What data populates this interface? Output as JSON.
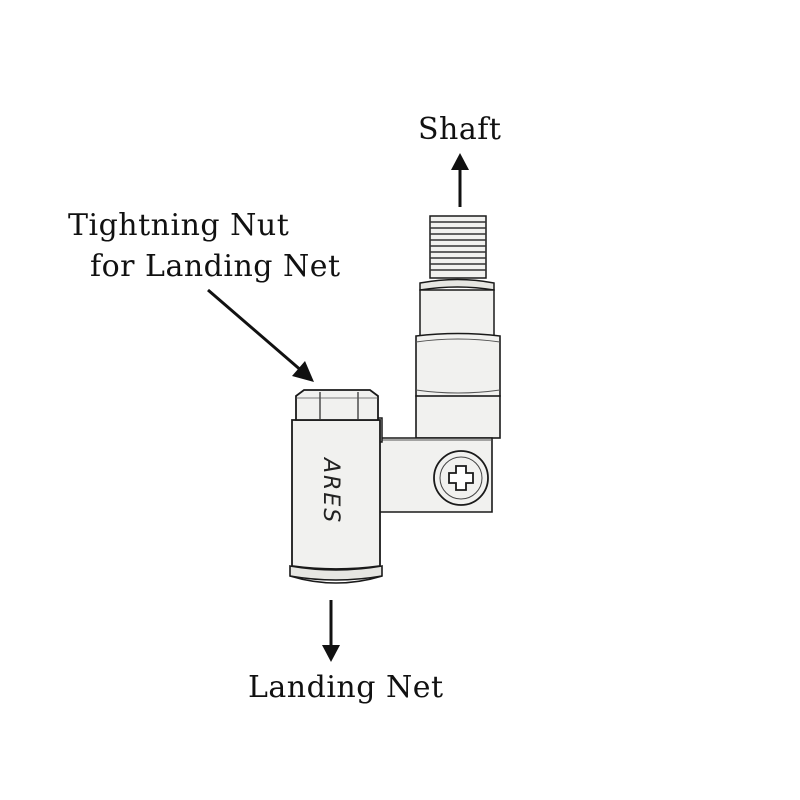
{
  "labels": {
    "shaft": "Shaft",
    "tightening_nut_line1": "Tightning Nut",
    "tightening_nut_line2": "for Landing Net",
    "landing_net": "Landing Net"
  },
  "brand_mark": "ARES",
  "colors": {
    "metal": "#f1f1ef",
    "metal_shadow": "#dcdcd8",
    "outline": "#1a1a1a",
    "text": "#111111"
  }
}
